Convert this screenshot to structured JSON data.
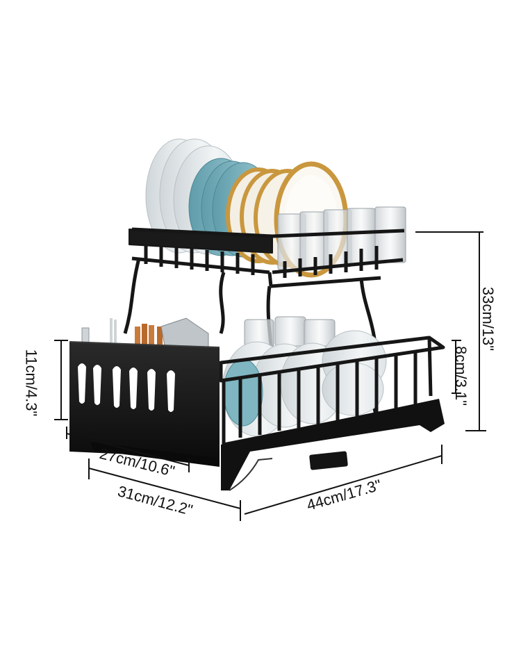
{
  "dimensions": {
    "total_height": "33cm/13\"",
    "bottom_tier_height": "8cm/3.1\"",
    "cutlery_holder_height": "11cm/4.3\"",
    "cutlery_holder_width": "27cm/10.6\"",
    "depth": "31cm/12.2\"",
    "length": "44cm/17.3\""
  },
  "colors": {
    "rack": "#1a1a1a",
    "plate_teal": "#7fb6c2",
    "plate_white": "#e9eef0",
    "plate_gold_rim": "#c9973e",
    "glass": "#d9dde0",
    "line": "#111111"
  }
}
